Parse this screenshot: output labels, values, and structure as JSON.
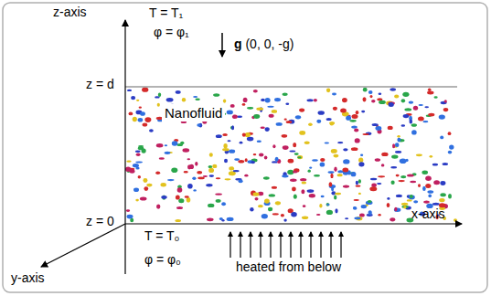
{
  "diagram": {
    "nodes": [
      {
        "text": [
          "Nanofluid"
        ]
      }
    ],
    "labels": [
      "z-axis",
      "T = T₁",
      "φ = φ₁",
      "g (0, 0, -g)",
      "z = d",
      "z = 0",
      "x-axis",
      "T = T₀",
      "φ = φ₀",
      "heated from below",
      "y-axis"
    ]
  }
}
